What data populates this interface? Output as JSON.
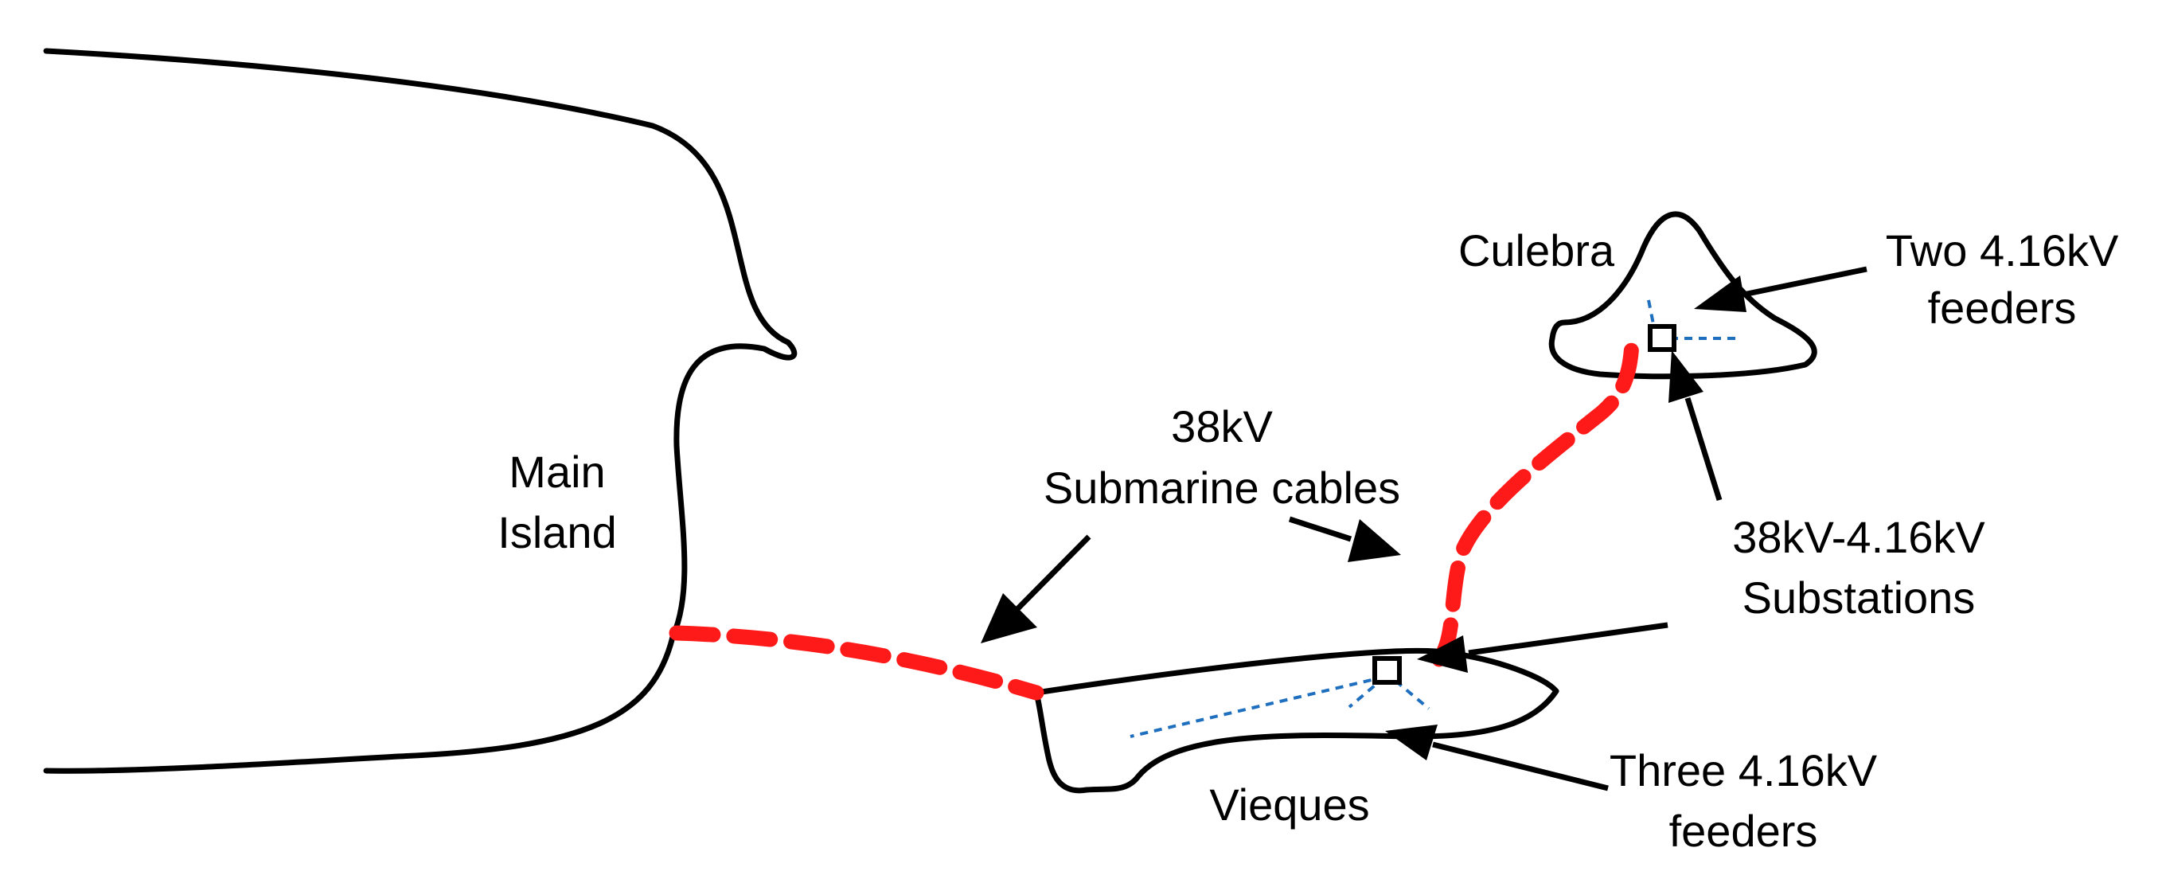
{
  "colors": {
    "cable": "#ff1a1a",
    "feeder": "#1f6fbf",
    "outline": "#000000",
    "background": "#ffffff"
  },
  "labels": {
    "main_island_line1": "Main",
    "main_island_line2": "Island",
    "culebra": "Culebra",
    "vieques": "Vieques",
    "cables_line1": "38kV",
    "cables_line2": "Submarine cables",
    "substations_line1": "38kV-4.16kV",
    "substations_line2": "Substations",
    "two_feeders_line1": "Two 4.16kV",
    "two_feeders_line2": "feeders",
    "three_feeders_line1": "Three 4.16kV",
    "three_feeders_line2": "feeders"
  }
}
